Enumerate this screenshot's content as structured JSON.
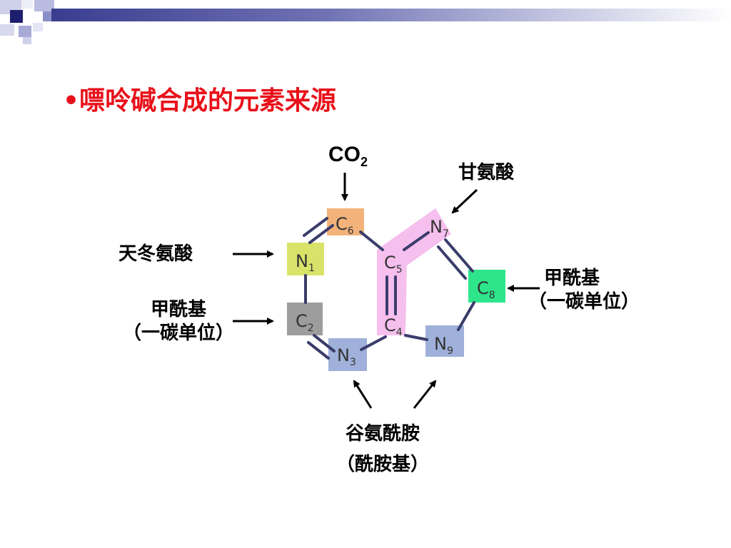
{
  "slide": {
    "title": "•嘌呤碱合成的元素来源"
  },
  "diagram": {
    "atoms": [
      {
        "id": "C6",
        "element": "C",
        "number": "6",
        "color": "#f2b27a"
      },
      {
        "id": "N1",
        "element": "N",
        "number": "1",
        "color": "#d9e36a"
      },
      {
        "id": "C2",
        "element": "C",
        "number": "2",
        "color": "#9d9d9d"
      },
      {
        "id": "N3",
        "element": "N",
        "number": "3",
        "color": "#9fb0da"
      },
      {
        "id": "C4",
        "element": "C",
        "number": "4",
        "color": "#ffffff"
      },
      {
        "id": "C5",
        "element": "C",
        "number": "5",
        "color": "#ffffff"
      },
      {
        "id": "N7",
        "element": "N",
        "number": "7",
        "color": "#f4b8ec"
      },
      {
        "id": "C8",
        "element": "C",
        "number": "8",
        "color": "#2ee58c"
      },
      {
        "id": "N9",
        "element": "N",
        "number": "9",
        "color": "#9fb0da"
      }
    ],
    "sources": {
      "co2": {
        "main": "CO",
        "sub": "2"
      },
      "glycine": "甘氨酸",
      "aspartate": "天冬氨酸",
      "formyl_left": {
        "line1": "甲酰基",
        "line2": "（一碳单位）"
      },
      "formyl_right": {
        "line1": "甲酰基",
        "line2": "（一碳单位）"
      },
      "glutamine": {
        "line1": "谷氨酰胺",
        "line2": "（酰胺基）"
      }
    },
    "colors": {
      "bond": "#3a3d6b",
      "glycine_highlight": "#f4b8ec",
      "title": "#e8101a"
    }
  }
}
